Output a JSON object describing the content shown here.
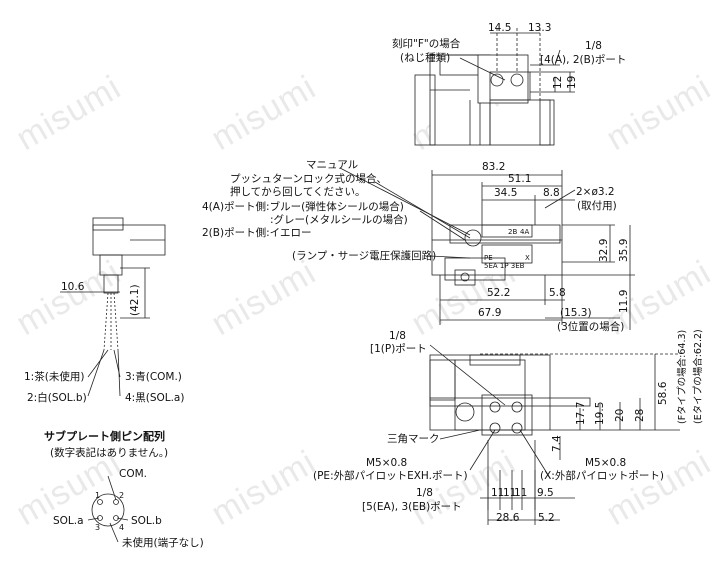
{
  "watermark": "misumi",
  "top_view": {
    "dims": {
      "d14_5": "14.5",
      "d13_3": "13.3",
      "d1_8": "1/8",
      "d12": "12",
      "d19": "19"
    },
    "marking_f_1": "刻印\"F\"の場合",
    "marking_f_2": "(ねじ種類)",
    "port_4a_2b": "[4(A), 2(B)ポート"
  },
  "side_view": {
    "dims": {
      "d83_2": "83.2",
      "d51_1": "51.1",
      "d34_5": "34.5",
      "d8_8": "8.8",
      "d2xo3_2": "2×ø3.2",
      "d32_9": "32.9",
      "d35_9": "35.9",
      "d52_2": "52.2",
      "d5_8": "5.8",
      "d11_9": "11.9",
      "d67_9": "67.9",
      "d15_3": "(15.3)"
    },
    "mounting": "(取付用)",
    "three_pos": "(3位置の場合)",
    "manual": "マニュアル",
    "push_turn_1": "プッシュターンロック式の場合、",
    "push_turn_2": "押してから回してください。",
    "port4_blue": "4(A)ポート側:ブルー(弾性体シールの場合)",
    "port4_gray": ":グレー(メタルシールの場合)",
    "port2_yellow": "2(B)ポート側:イエロー",
    "lamp_surge": "(ランプ・サージ電圧保護回路)",
    "plate_2b": "2B",
    "plate_4a": "4A",
    "plate_pe": "PE",
    "plate_x": "X",
    "plate_codes": "5EA 1P 3EB"
  },
  "front_view": {
    "dims": {
      "d1_8": "1/8",
      "d58_6": "58.6",
      "d28": "28",
      "d20": "20",
      "d19_5": "19.5",
      "d17_7": "17.7",
      "d7_4": "7.4",
      "m5_left": "M5×0.8",
      "m5_right": "M5×0.8",
      "d1_8_bottom": "1/8",
      "d11": "11",
      "d9_5": "9.5",
      "d28_6": "28.6",
      "d5_2": "5.2"
    },
    "port_1p": "[1(P)ポート",
    "f_type": "(Fタイプの場合:64.3)",
    "e_type": "(Eタイプの場合:62.2)",
    "triangle_mark": "三角マーク",
    "pe_pilot": "(PE:外部パイロットEXH.ポート)",
    "x_pilot": "(X:外部パイロットポート)",
    "port_5ea_3eb": "[5(EA), 3(EB)ポート"
  },
  "left_view": {
    "dims": {
      "d10_6": "10.6",
      "d42_1": "(42.1)"
    },
    "wire_1": "1:茶(未使用)",
    "wire_2": "2:白(SOL.b)",
    "wire_3": "3:青(COM.)",
    "wire_4": "4:黒(SOL.a)"
  },
  "pinout": {
    "title": "サブプレート側ピン配列",
    "note": "(数字表記はありません。)",
    "com": "COM.",
    "sol_a": "SOL.a",
    "sol_b": "SOL.b",
    "unused": "未使用(端子なし)",
    "pins": [
      "1",
      "2",
      "3",
      "4"
    ]
  }
}
